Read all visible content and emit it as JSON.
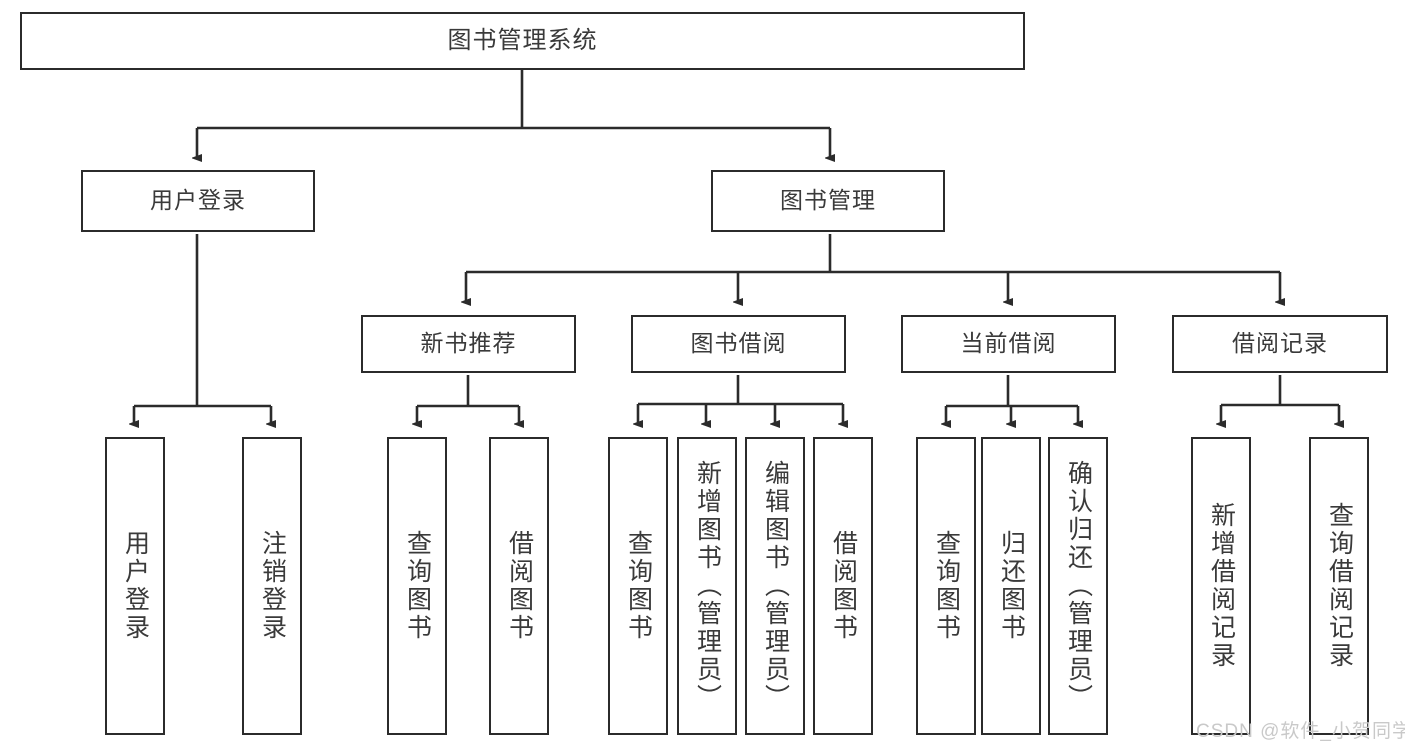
{
  "diagram": {
    "title": "图书管理系统",
    "type": "tree-hierarchy-diagram",
    "colors": {
      "box_border": "#2b2b2b",
      "box_fill": "#ffffff",
      "text": "#3a3a3a",
      "edge": "#2b2b2b",
      "watermark": "#c9c9c9"
    },
    "nodes": {
      "root": "图书管理系统",
      "level2": {
        "user_login": "用户登录",
        "book_manage": "图书管理"
      },
      "level3": {
        "new_book_rec": "新书推荐",
        "book_borrow": "图书借阅",
        "current_borrow": "当前借阅",
        "borrow_record": "借阅记录"
      },
      "leaves": {
        "user_login_children": [
          "用户登录",
          "注销登录"
        ],
        "new_book_rec_children": [
          "查询图书",
          "借阅图书"
        ],
        "book_borrow_children": [
          "查询图书",
          "新增图书（管理员）",
          "编辑图书（管理员）",
          "借阅图书"
        ],
        "current_borrow_children": [
          "查询图书",
          "归还图书",
          "确认归还（管理员）"
        ],
        "borrow_record_children": [
          "新增借阅记录",
          "查询借阅记录"
        ]
      }
    },
    "watermark": "CSDN @软件_小贺同学"
  }
}
